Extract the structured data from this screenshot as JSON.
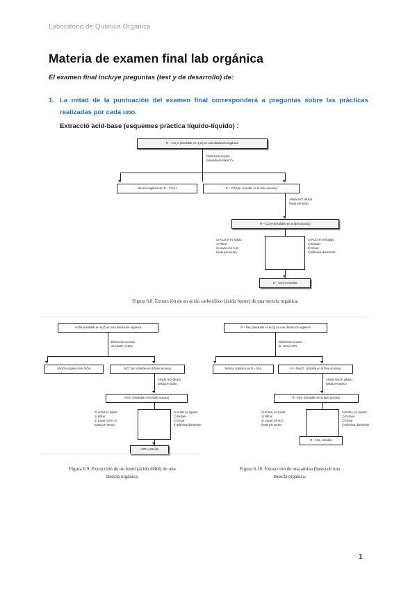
{
  "document": {
    "header_note": "Laboratorio de Química Orgánica",
    "title": "Materia de examen final lab orgánica",
    "intro": "El examen final incluye preguntas (test y de desarrollo) de:",
    "list": [
      {
        "number": "1.",
        "text": "La mitad de la puntuación del examen final corresponderá a preguntas sobre las prácticas realizadas por cada uno."
      }
    ],
    "subheading": "Extracció àcid-base (esquemes pràctica líquido-líquido) :",
    "page_number": "1"
  },
  "figures": [
    {
      "id": "fig-6-8",
      "caption": "Figura 6.8. Extracción de un ácido carboxílico (ácido fuerte) de una mezcla orgánica.",
      "top_box": "R – CO₂H (insoluble en H₂O) en una disolución orgánica",
      "reagent_note": "Disolución acuosa\nsaturada de NaHCO₃",
      "left_box": "Mezcla orgánica sin R – CO₂H",
      "right_box": "R – CO₂Na⁺ (soluble en la fase acuosa)",
      "acid_note": "Añadir HCl diluido\nhasta pH ácido",
      "mid_box": "R – CO₂H (insoluble en la fase acuosa)",
      "solid_note": "Si RCO₂H es sólido:\n1) Filtrar\n2) Lavar con H₂O\n    hasta pH neutro",
      "liquid_note": "Si RCO₂H es líquido:\n1) Extraer\n2) Secar\n3) Eliminar disolvente",
      "final_box": "R – CO₂H extraído"
    },
    {
      "id": "fig-6-9",
      "caption_line1": "Figura 6.9. Extracción de un fenol (ácido débil) de una",
      "caption_line2": "mezcla orgánica.",
      "top_box": "ArOH (insoluble en H₂O) en una disolución orgánica",
      "reagent_note": "Disolución acuosa\nde NaOH al 10%",
      "left_box": "Mezcla orgánica sin ArOH",
      "right_box": "ArO⁻Na⁺ (soluble en la fase acuosa)",
      "acid_note": "Añadir HCl diluido\nhasta pH ácido",
      "mid_box": "ArOH (insoluble en la fase acuosa)",
      "solid_note": "Si ArOH es sólido:\n1) Filtrar\n2) Lavar con H₂O\n    hasta pH neutro",
      "liquid_note": "Si ArOH es líquido:\n1) Extraer\n2) Secar\n3) Eliminar disolvente",
      "final_box": "ArOH extraído"
    },
    {
      "id": "fig-6-10",
      "caption_line1": "Figura 6.10. Extracción de una amina (base) de una",
      "caption_line2": "mezcla orgánica.",
      "top_box": "R – NH₂ (insoluble en H₂O) en una disolución orgánica",
      "reagent_note": "Disolución acuosa\nde HCl al 10%",
      "left_box": "Mezcla orgánica sin R – NH₂",
      "right_box": "R – NH₃Cl⁻ (soluble en la fase acuosa)",
      "acid_note": "Añadir NaOH diluido\nhasta pH básico",
      "mid_box": "R – NH₂ (insoluble en la fase acuosa)",
      "solid_note": "Si R-NH₂ es sólido:\n1) Filtrar\n2) Lavar con H₂O\n    hasta pH neutro",
      "liquid_note": "Si R-NH₂ es líquido:\n1) Extraer\n2) Secar\n3) Eliminar disolvente",
      "final_box": "R – NH₂ extraído"
    }
  ],
  "colors": {
    "accent_blue": "#2b6ca3",
    "header_grey": "#9a9a9a",
    "box_fill": "#f2f2f2",
    "line": "#202020"
  }
}
